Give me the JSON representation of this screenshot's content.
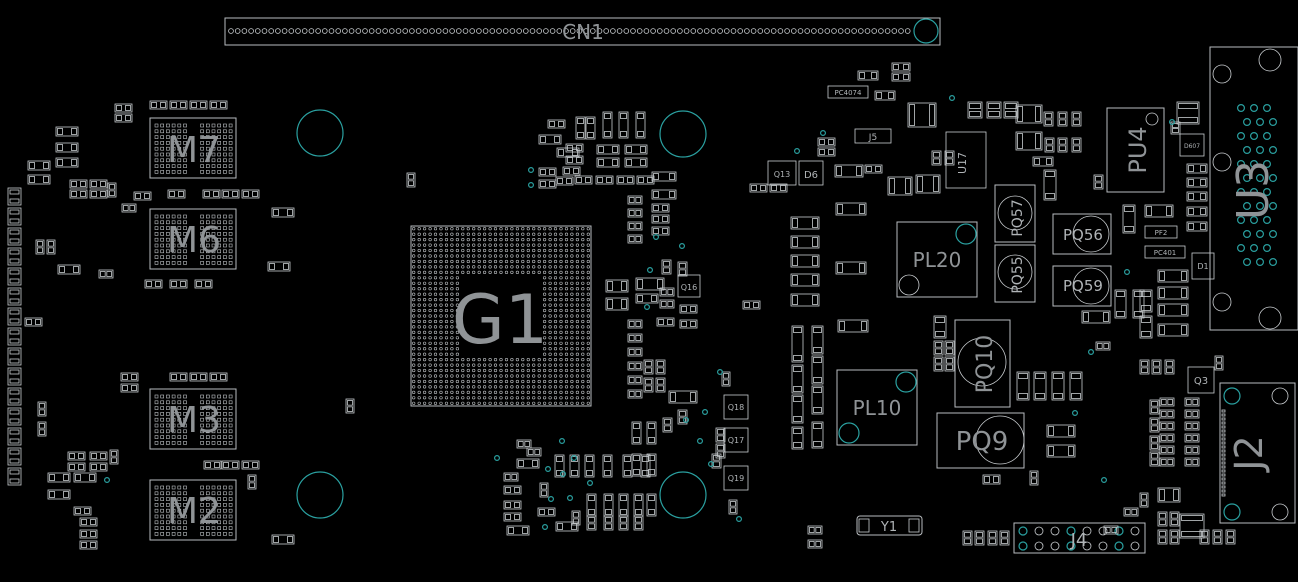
{
  "board": {
    "labels": {
      "cn1": "CN1",
      "m7": "M7",
      "m6": "M6",
      "m3": "M3",
      "m2": "M2",
      "g1": "G1",
      "pu4": "PU4",
      "u3": "U3",
      "j2": "J2",
      "j4": "J4",
      "pl20": "PL20",
      "pl10": "PL10",
      "pq57": "PQ57",
      "pq55": "PQ55",
      "pq56": "PQ56",
      "pq59": "PQ59",
      "pq10": "PQ10",
      "pq9": "PQ9",
      "y1": "Y1",
      "q16": "Q16",
      "q18": "Q18",
      "q17": "Q17",
      "q19": "Q19",
      "q13": "Q13",
      "d6": "D6",
      "u17": "U17",
      "j5": "J5",
      "q3": "Q3",
      "pc4074": "PC4074",
      "d1": "D1",
      "pf2": "PF2",
      "pc401": "PC401",
      "d607": "D607"
    }
  }
}
